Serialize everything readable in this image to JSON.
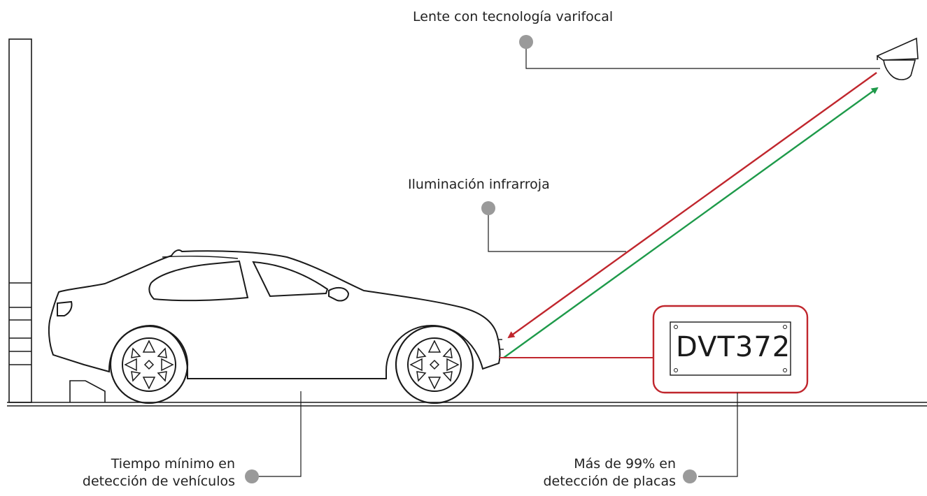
{
  "labels": {
    "lens": "Lente con tecnología varifocal",
    "infrared": "Iluminación infrarroja",
    "vehicle_time_line1": "Tiempo mínimo en",
    "vehicle_time_line2": "detección de vehículos",
    "plate_rate_line1": "Más de 99% en",
    "plate_rate_line2": "detección de placas"
  },
  "plate": {
    "text": "DVT372"
  },
  "colors": {
    "accent_red": "#c0262d",
    "accent_green": "#1e9a4a",
    "marker_gray": "#9a9a9a",
    "line": "#1a1a1a"
  },
  "icons": [
    "camera-icon",
    "car-icon",
    "barrier-pillar-icon",
    "license-plate-icon",
    "marker-dot-icon"
  ]
}
